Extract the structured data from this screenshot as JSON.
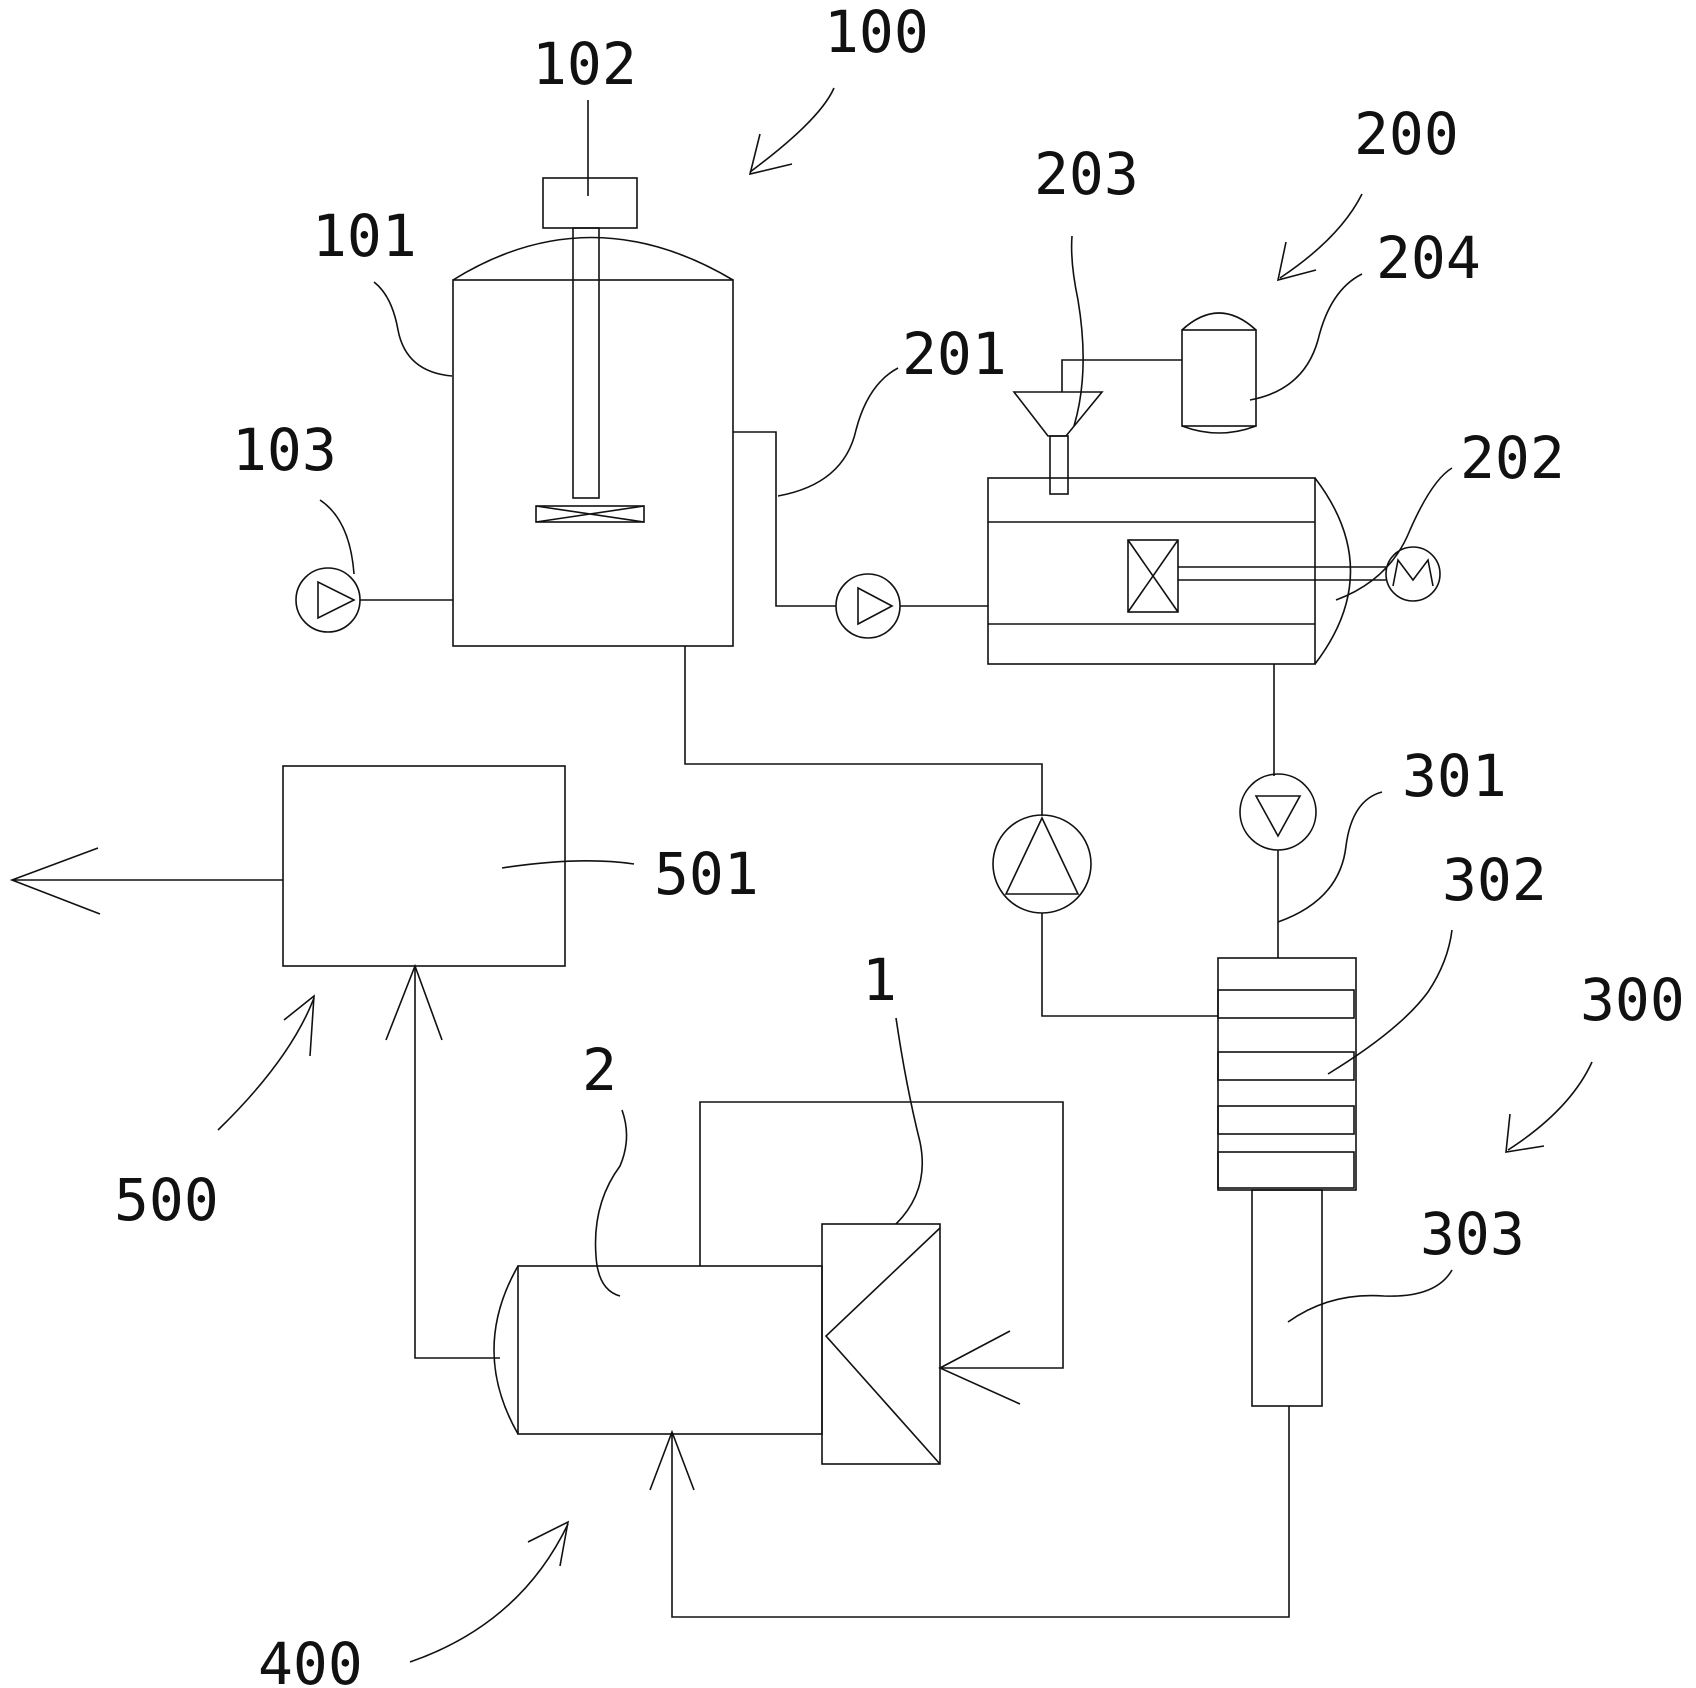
{
  "labels": {
    "l100": "100",
    "l101": "101",
    "l102": "102",
    "l103": "103",
    "l200": "200",
    "l201": "201",
    "l202": "202",
    "l203": "203",
    "l204": "204",
    "l300": "300",
    "l301": "301",
    "l302": "302",
    "l303": "303",
    "l400": "400",
    "l500": "500",
    "l501": "501",
    "l1": "1",
    "l2": "2"
  }
}
